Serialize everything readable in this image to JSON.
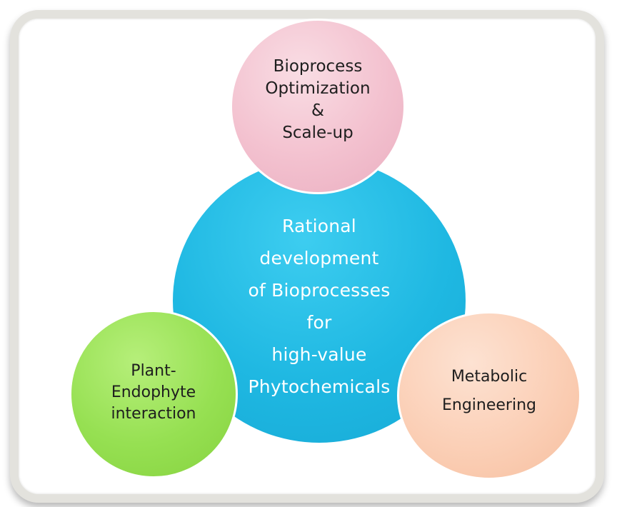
{
  "diagram": {
    "center": {
      "text": "Rational\ndevelopment\nof Bioprocesses\nfor\nhigh-value\nPhytochemicals",
      "color": "#1fb8e2"
    },
    "top": {
      "text": "Bioprocess\nOptimization\n&\nScale-up",
      "color": "#f3c1cf"
    },
    "left": {
      "text": "Plant-\nEndophyte\ninteraction",
      "color": "#96e052"
    },
    "right": {
      "text": "Metabolic\nEngineering",
      "color": "#fbcfb6"
    }
  }
}
